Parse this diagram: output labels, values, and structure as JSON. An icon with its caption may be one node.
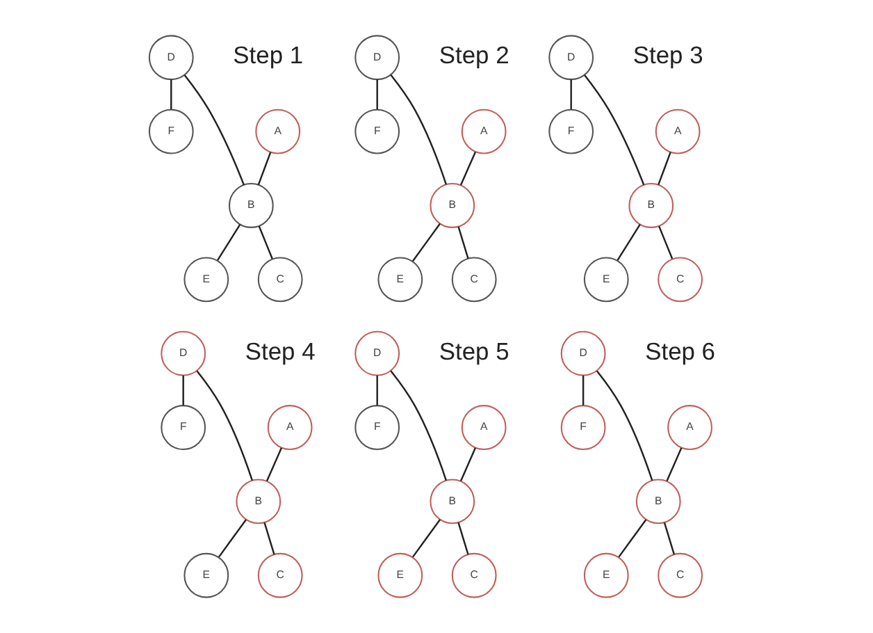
{
  "diagram": {
    "nodes": [
      {
        "text": [
          "D"
        ]
      },
      {
        "text": [
          "F"
        ]
      },
      {
        "text": [
          "A"
        ]
      },
      {
        "text": [
          "B"
        ]
      },
      {
        "text": [
          "E"
        ]
      },
      {
        "text": [
          "C"
        ]
      },
      {
        "text": [
          "D"
        ]
      },
      {
        "text": [
          "F"
        ]
      },
      {
        "text": [
          "A"
        ]
      },
      {
        "text": [
          "B"
        ]
      },
      {
        "text": [
          "E"
        ]
      },
      {
        "text": [
          "C"
        ]
      },
      {
        "text": [
          "D"
        ]
      },
      {
        "text": [
          "F"
        ]
      },
      {
        "text": [
          "A"
        ]
      },
      {
        "text": [
          "B"
        ]
      },
      {
        "text": [
          "E"
        ]
      },
      {
        "text": [
          "C"
        ]
      },
      {
        "text": [
          "D"
        ]
      },
      {
        "text": [
          "F"
        ]
      },
      {
        "text": [
          "A"
        ]
      },
      {
        "text": [
          "B"
        ]
      },
      {
        "text": [
          "E"
        ]
      },
      {
        "text": [
          "C"
        ]
      },
      {
        "text": [
          "D"
        ]
      },
      {
        "text": [
          "F"
        ]
      },
      {
        "text": [
          "A"
        ]
      },
      {
        "text": [
          "B"
        ]
      },
      {
        "text": [
          "E"
        ]
      },
      {
        "text": [
          "C"
        ]
      },
      {
        "text": [
          "D"
        ]
      },
      {
        "text": [
          "F"
        ]
      },
      {
        "text": [
          "A"
        ]
      },
      {
        "text": [
          "B"
        ]
      },
      {
        "text": [
          "E"
        ]
      },
      {
        "text": [
          "C"
        ]
      }
    ],
    "edges": [
      {
        "from": 0,
        "to": 1,
        "arrow": "none"
      },
      {
        "from": 0,
        "to": 3,
        "arrow": "none"
      },
      {
        "from": 2,
        "to": 3,
        "arrow": "none"
      },
      {
        "from": 3,
        "to": 4,
        "arrow": "none"
      },
      {
        "from": 3,
        "to": 5,
        "arrow": "none"
      },
      {
        "from": 6,
        "to": 7,
        "arrow": "none"
      },
      {
        "from": 6,
        "to": 9,
        "arrow": "none"
      },
      {
        "from": 8,
        "to": 9,
        "arrow": "none"
      },
      {
        "from": 9,
        "to": 10,
        "arrow": "none"
      },
      {
        "from": 9,
        "to": 11,
        "arrow": "none"
      },
      {
        "from": 12,
        "to": 13,
        "arrow": "none"
      },
      {
        "from": 12,
        "to": 15,
        "arrow": "none"
      },
      {
        "from": 14,
        "to": 15,
        "arrow": "none"
      },
      {
        "from": 15,
        "to": 16,
        "arrow": "none"
      },
      {
        "from": 15,
        "to": 17,
        "arrow": "none"
      },
      {
        "from": 18,
        "to": 19,
        "arrow": "none"
      },
      {
        "from": 18,
        "to": 21,
        "arrow": "none"
      },
      {
        "from": 20,
        "to": 21,
        "arrow": "none"
      },
      {
        "from": 21,
        "to": 22,
        "arrow": "none"
      },
      {
        "from": 21,
        "to": 23,
        "arrow": "none"
      },
      {
        "from": 24,
        "to": 25,
        "arrow": "none"
      },
      {
        "from": 24,
        "to": 27,
        "arrow": "none"
      },
      {
        "from": 26,
        "to": 27,
        "arrow": "none"
      },
      {
        "from": 27,
        "to": 28,
        "arrow": "none"
      },
      {
        "from": 27,
        "to": 29,
        "arrow": "none"
      },
      {
        "from": 30,
        "to": 31,
        "arrow": "none"
      },
      {
        "from": 30,
        "to": 33,
        "arrow": "none"
      },
      {
        "from": 32,
        "to": 33,
        "arrow": "none"
      },
      {
        "from": 33,
        "to": 34,
        "arrow": "none"
      },
      {
        "from": 33,
        "to": 35,
        "arrow": "none"
      }
    ],
    "labels": [
      "Step 1",
      "Step 2",
      "Step 3",
      "Step 4",
      "Step 5",
      "Step 6"
    ]
  }
}
